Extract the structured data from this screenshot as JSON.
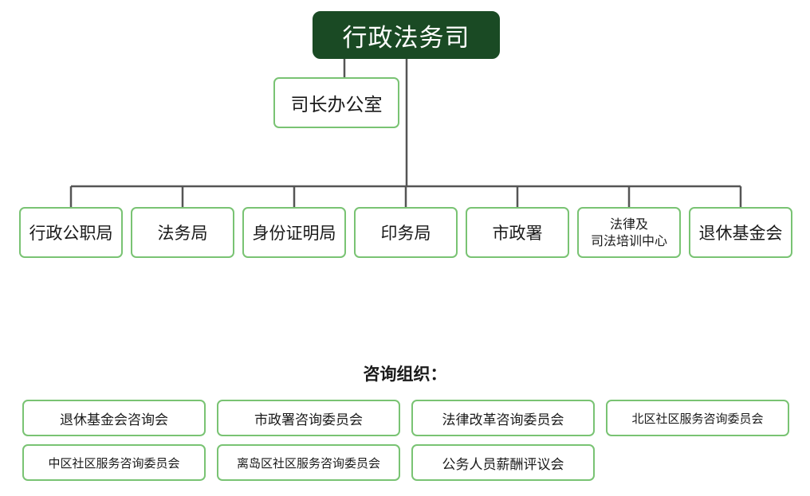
{
  "root": "行政法务司",
  "office": "司长办公室",
  "units": [
    {
      "label": "行政公职局"
    },
    {
      "label": "法务局"
    },
    {
      "label": "身份证明局"
    },
    {
      "label": "印务局"
    },
    {
      "label": "市政署"
    },
    {
      "label_line1": "法律及",
      "label_line2": "司法培训中心"
    },
    {
      "label": "退休基金会"
    }
  ],
  "advisory": {
    "heading": "咨询组织：",
    "committees": [
      "退休基金会咨询会",
      "市政署咨询委员会",
      "法律改革咨询委员会",
      "北区社区服务咨询委员会",
      "中区社区服务咨询委员会",
      "离岛区社区服务咨询委员会",
      "公务人员薪酬评议会"
    ]
  },
  "colors": {
    "top_fill": "#1a4a24",
    "box_border": "#79c373",
    "connector": "#555555"
  }
}
